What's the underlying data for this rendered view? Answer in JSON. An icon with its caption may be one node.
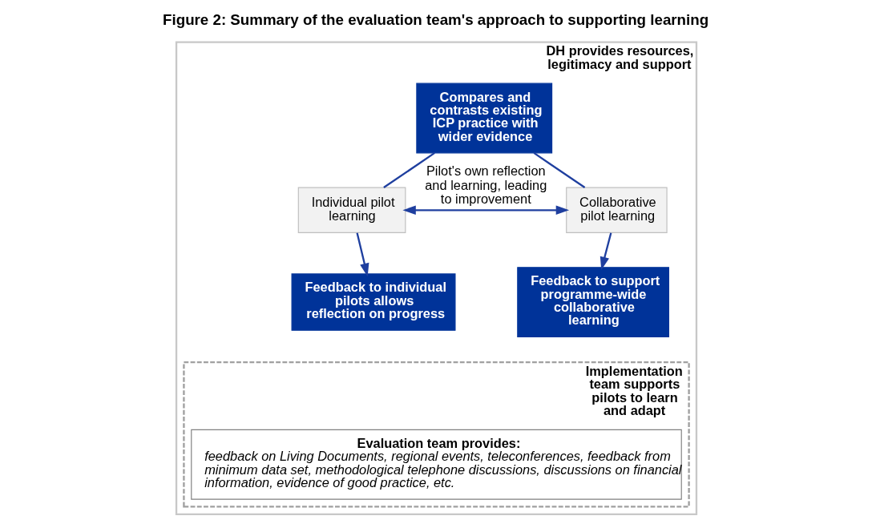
{
  "diagram": {
    "title": "Figure 2: Summary of the evaluation team's approach to supporting learning",
    "nodes": [
      {
        "text": [
          "DH provides resources, legitimacy and support"
        ]
      },
      {
        "text": [
          "Compares and contrasts existing ICP practice with wider evidence"
        ],
        "in": 0
      },
      {
        "text": [
          "Individual pilot learning"
        ],
        "in": 0
      },
      {
        "text": [
          "Collaborative pilot learning"
        ],
        "in": 0
      },
      {
        "text": [
          "Feedback to individual pilots allows reflection on progress"
        ],
        "in": 0
      },
      {
        "text": [
          "Feedback to support programme-wide collaborative learning"
        ],
        "in": 0
      },
      {
        "text": [
          "Implementation team supports pilots to learn and adapt"
        ],
        "in": 0
      },
      {
        "text": [
          "Evaluation team provides:",
          "feedback on Living Documents, regional events, teleconferences, feedback from minimum data set, methodological telephone discussions, discussions on financial information, evidence of good practice, etc."
        ],
        "in": 6
      }
    ],
    "edges": [
      {
        "from": 1,
        "to": 2,
        "arrow": "none"
      },
      {
        "from": 2,
        "to": 4,
        "arrow": "to"
      },
      {
        "from": 1,
        "to": 3,
        "arrow": "none"
      },
      {
        "from": 3,
        "to": 5,
        "arrow": "to"
      },
      {
        "from": 2,
        "to": 3,
        "arrow": "both",
        "label": "Pilot's own reflection and learning, leading to improvement"
      }
    ]
  }
}
